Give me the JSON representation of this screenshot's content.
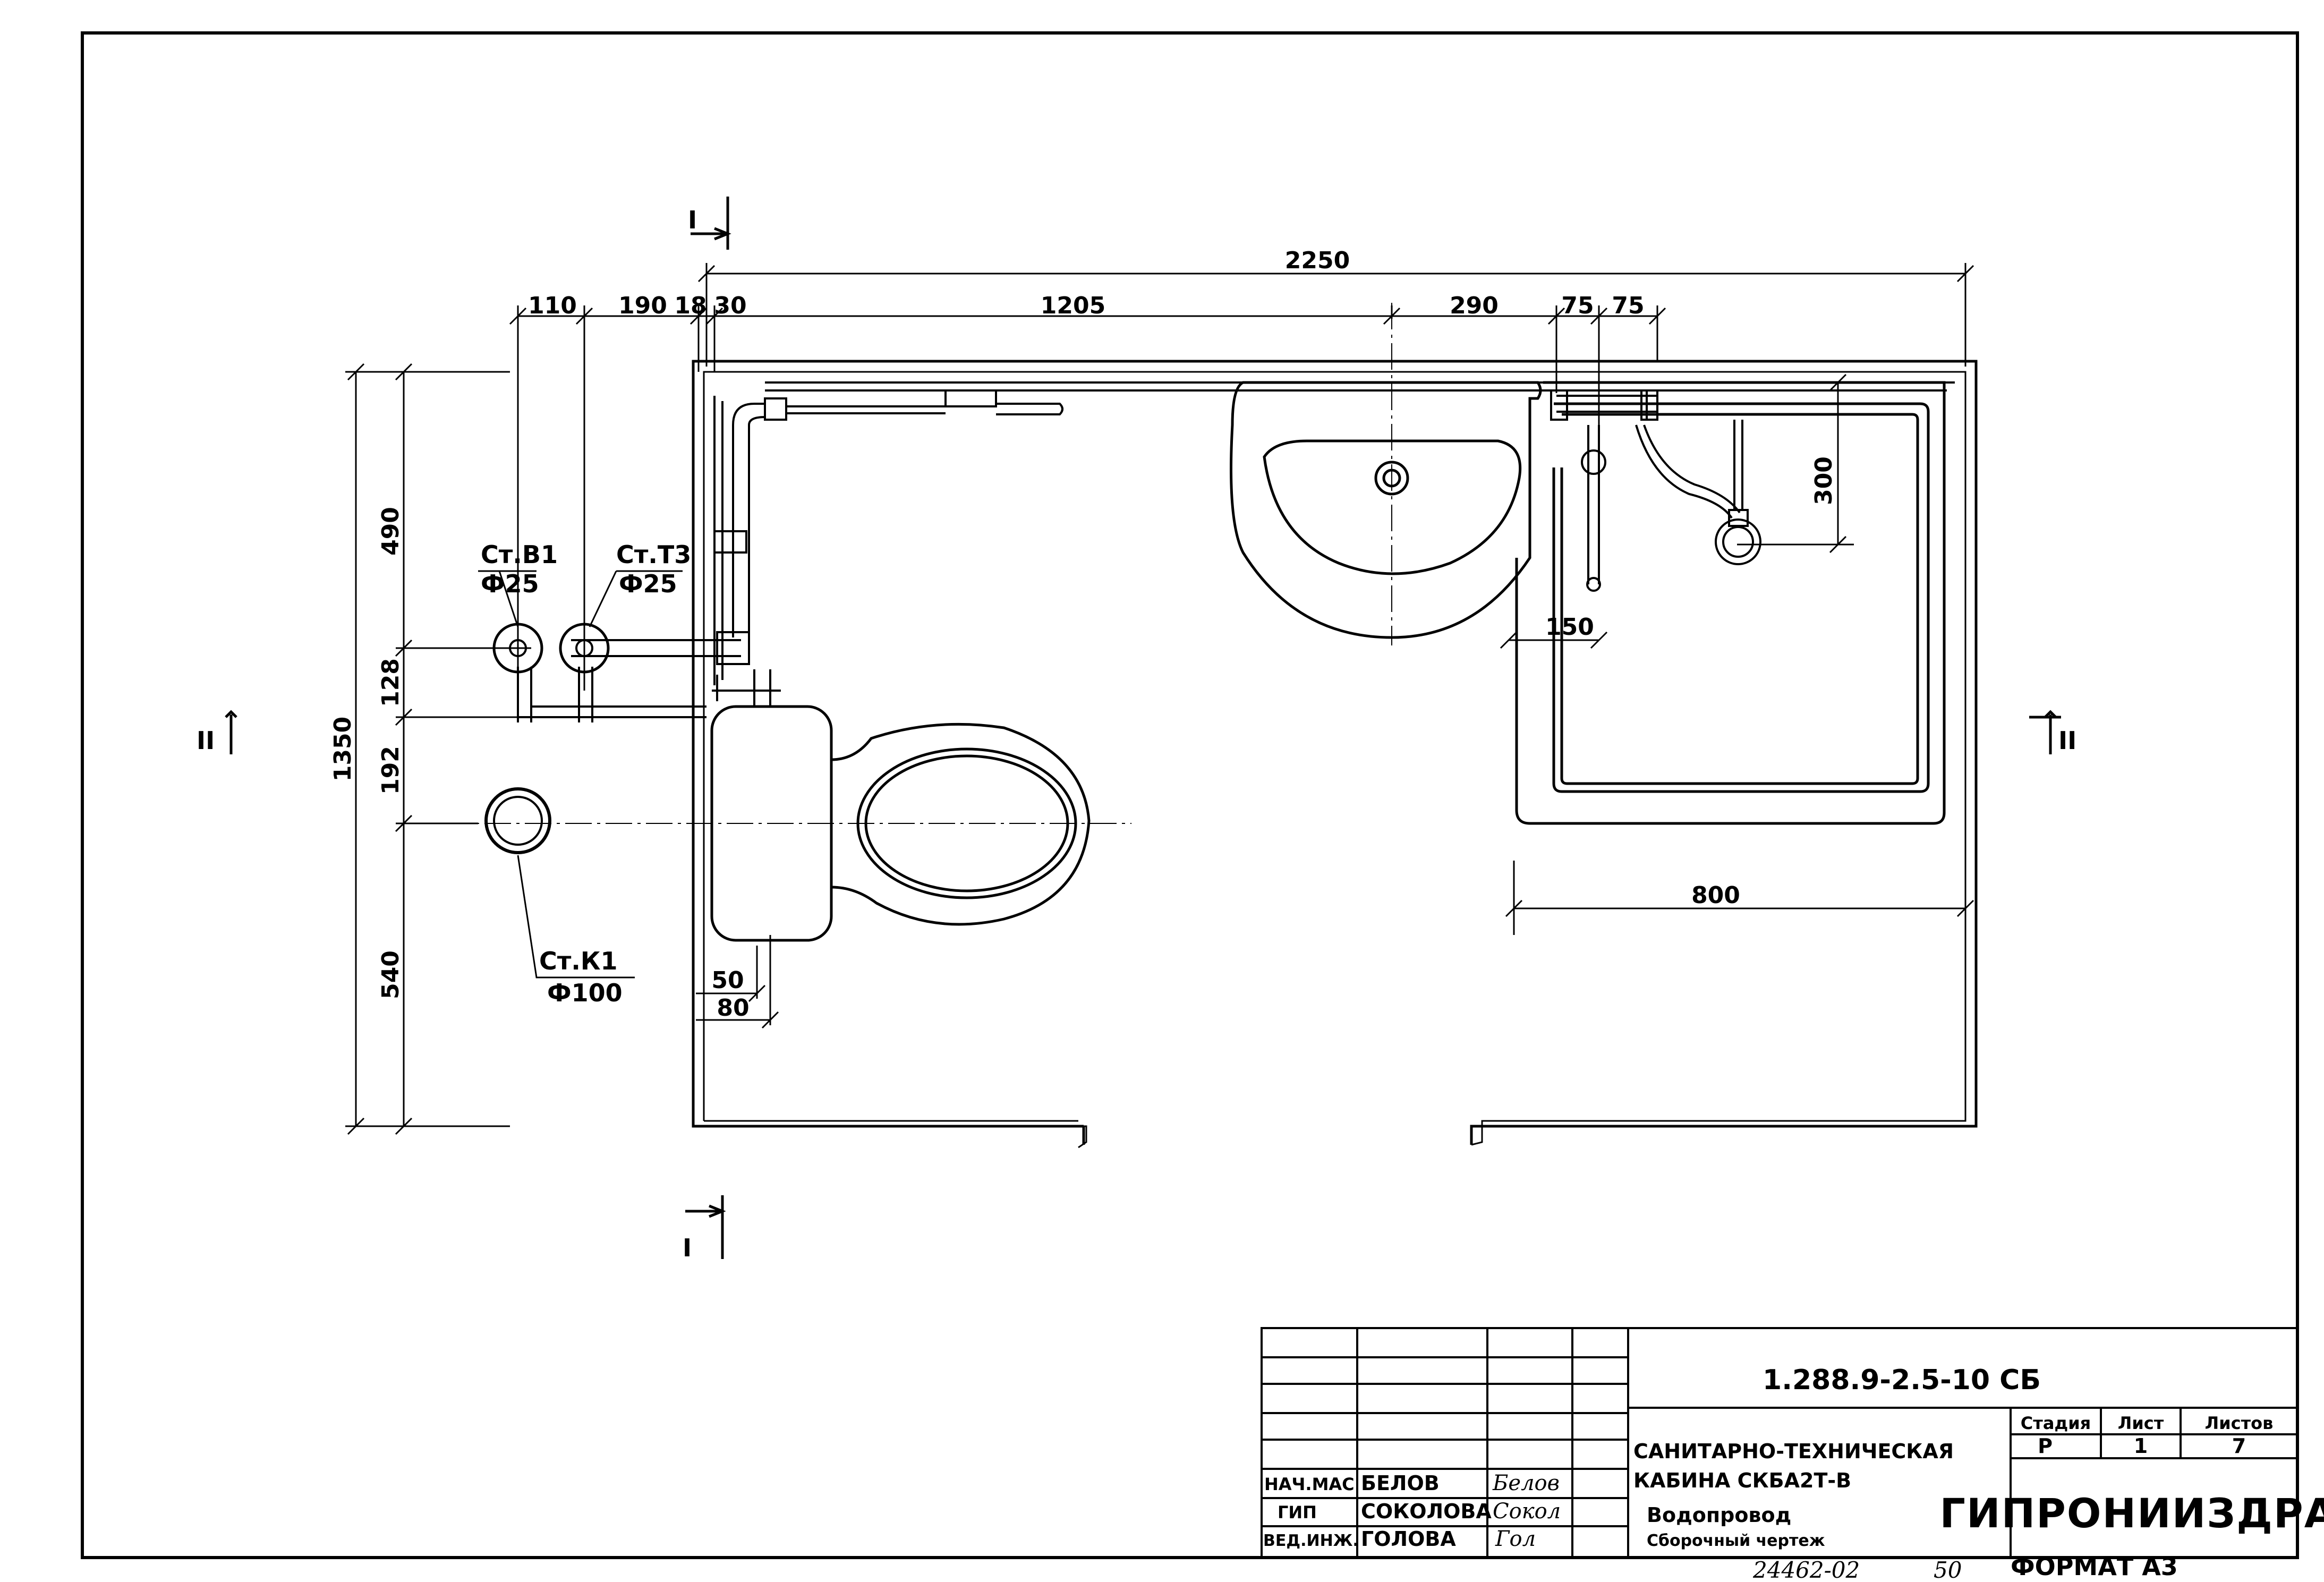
{
  "drawing": {
    "overall_width": "2250",
    "top_dims": [
      "110",
      "190",
      "18",
      "30",
      "1205",
      "290",
      "75",
      "75"
    ],
    "left_dims": [
      "490",
      "128",
      "192",
      "540"
    ],
    "overall_height": "1350",
    "shower_dims": {
      "vertical": "300",
      "horizontal": "150",
      "width": "800"
    },
    "toilet_dims": [
      "50",
      "80"
    ],
    "section_I": "I",
    "section_II": "II"
  },
  "risers": {
    "v1": {
      "name": "Ст.В1",
      "dia": "Ф25"
    },
    "t3": {
      "name": "Ст.Т3",
      "dia": "Ф25"
    },
    "k1": {
      "name": "Ст.К1",
      "dia": "Ф100"
    }
  },
  "title_block": {
    "doc_code": "1.288.9-2.5-10  СБ",
    "title_line1": "САНИТАРНО-ТЕХНИЧЕСКАЯ",
    "title_line2": "КАБИНА СКБА2Т-В",
    "subtitle_line1": "Водопровод",
    "subtitle_line2": "Сборочный чертеж",
    "head_stage": "Стадия",
    "head_sheet": "Лист",
    "head_sheets": "Листов",
    "stage": "Р",
    "sheet": "1",
    "sheets": "7",
    "org": "ГИПРОНИИЗДРАВ",
    "roles": [
      "НАЧ.МАС",
      "ГИП",
      "ВЕД.ИНЖ."
    ],
    "names": [
      "БЕЛОВ",
      "СОКОЛОВА",
      "ГОЛОВА"
    ],
    "signatures": [
      "Белов",
      "Сокол",
      "Гол"
    ],
    "inv_number": "24462-02",
    "page_no": "50",
    "format": "ФОРМАТ А3"
  }
}
